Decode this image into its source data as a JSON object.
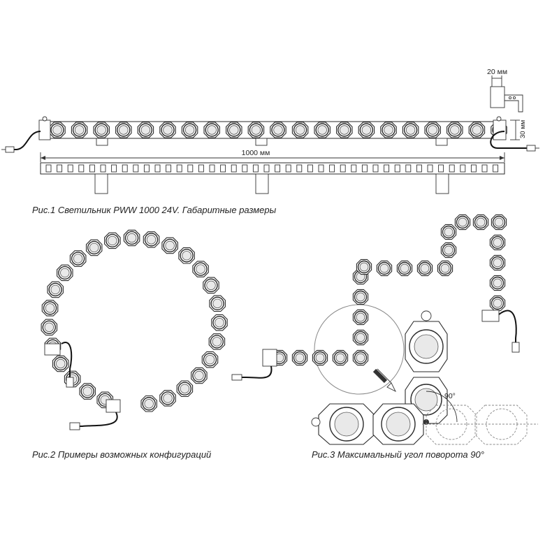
{
  "fig1": {
    "caption": "Рис.1 Светильник PWW 1000 24V. Габаритные размеры",
    "length_label": "1000 мм",
    "height_label": "30 мм",
    "width_label": "20 мм"
  },
  "fig2": {
    "caption": "Рис.2 Примеры возможных конфигураций"
  },
  "fig3": {
    "caption": "Рис.3 Максимальный угол поворота 90°",
    "angle_label": "90°"
  }
}
